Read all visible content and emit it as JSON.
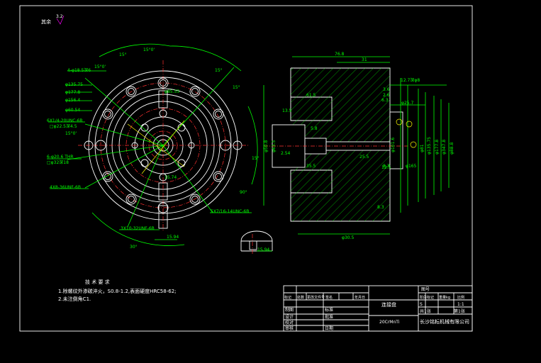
{
  "roughness_note": {
    "label": "其余",
    "value": "3.2"
  },
  "front_view": {
    "dims": [
      "15°",
      "15°0'",
      "15°0'",
      "4-φ18.5深6",
      "φ135.75",
      "φ177.8",
      "φ156.4",
      "φ60.54",
      "φ85.55",
      "6X1/4-20UNC-6B",
      "□φ22.5深4.5",
      "15°0'",
      "6-φ20.6 THR",
      "□φ32深18",
      "4X8-36UNF-6B",
      "15°",
      "15°",
      "15°",
      "90°",
      "5X7/16-14UNC-6B",
      "3X10-32UNF-6B",
      "15.94",
      "30°",
      "15.74"
    ]
  },
  "section_view": {
    "dims": [
      "76.8",
      "31",
      "12.7深φ8",
      "3.6",
      "2.6",
      "6.3",
      "φ25.7",
      "61.5",
      "13.5",
      "35.5",
      "5.8",
      "φ50.8",
      "φ63.5",
      "2.54",
      "φ165",
      "25.5",
      "φ101.6",
      "12.5",
      "φ81",
      "φ135.75",
      "φ177.8",
      "φ347.8",
      "φ88.8",
      "8.3",
      "8.3",
      "φ30.5"
    ]
  },
  "detail": {
    "dim": "15.94"
  },
  "notes": {
    "title": "技  术  要  求",
    "lines": [
      "1.除螺纹外渗碳淬火，S0.8-1.2,表面硬度HRC58-62;",
      "2.未注倒角C1."
    ]
  },
  "title_block": {
    "part_name": "连接盘",
    "material": "20CrMnTi",
    "company": "长沙铭耘机械有限公司",
    "headers": [
      "标记",
      "处数",
      "更改文件号",
      "签名",
      "年月日"
    ],
    "rows": [
      "制图",
      "设计",
      "校对",
      "审核"
    ],
    "row_right": [
      "标准",
      "批准"
    ],
    "date_label": "日期",
    "stage_label": "阶段标记",
    "weight_label": "重量kg",
    "scale_label": "比例",
    "scale_value": "1:1",
    "stage_value": "S",
    "sheet_total": "共1张",
    "sheet_no": "第1张",
    "drawing_no_label": "图号"
  }
}
